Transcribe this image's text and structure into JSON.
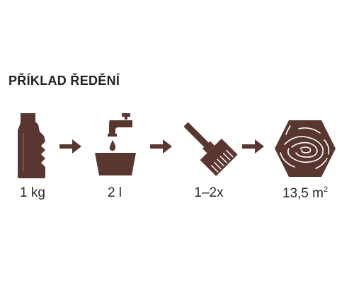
{
  "title": "PŘÍKLAD ŘEDĚNÍ",
  "colors": {
    "icon": "#5a3630",
    "text": "#222222",
    "background": "#ffffff"
  },
  "steps": [
    {
      "icon": "bottle-icon",
      "label": "1 kg"
    },
    {
      "icon": "water-tap-bucket-icon",
      "label": "2 l"
    },
    {
      "icon": "paint-brush-icon",
      "label": "1–2x"
    },
    {
      "icon": "wood-log-hexagon-icon",
      "label": "13,5 m",
      "label_sup": "2"
    }
  ],
  "arrows": [
    "arrow-right-icon",
    "arrow-right-icon",
    "arrow-right-icon"
  ]
}
